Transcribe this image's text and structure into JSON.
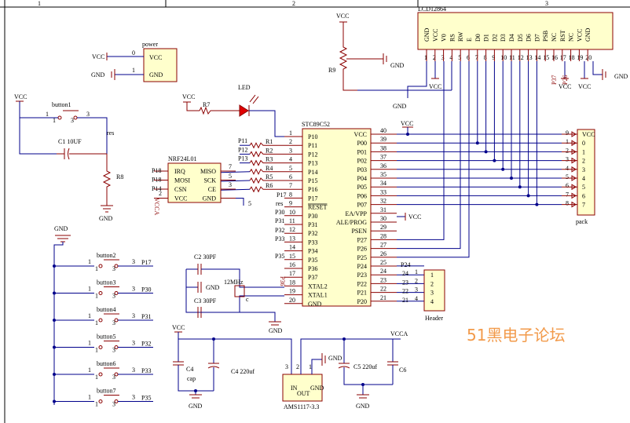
{
  "frame": {
    "zones": [
      "1",
      "2",
      "3"
    ]
  },
  "lcd": {
    "ref": "LCD12864",
    "pins": [
      "GND",
      "VCC",
      "V0",
      "RS",
      "RW",
      "E",
      "D0",
      "D1",
      "D2",
      "D3",
      "D4",
      "D5",
      "D6",
      "D7",
      "PSB",
      "NC",
      "RST",
      "NC",
      "VCC",
      "GND"
    ],
    "nums": [
      "1",
      "2",
      "3",
      "4",
      "5",
      "6",
      "7",
      "8",
      "9",
      "10",
      "11",
      "12",
      "13",
      "14",
      "15",
      "16",
      "17",
      "18",
      "19",
      "20"
    ],
    "net_vcc": "VCC",
    "net_gnd": "GND",
    "p37": "P37",
    "p26": "P26",
    "r9": "R9"
  },
  "power": {
    "ref": "power",
    "pin1": "VCC",
    "pin2": "GND",
    "n0": "0",
    "n1": "1",
    "net_vcc": "VCC",
    "net_gnd": "GND"
  },
  "reset": {
    "button": "button1",
    "n1": "1",
    "n3": "3",
    "cap": "C1 10UF",
    "res": "R8",
    "net": "res",
    "vcc": "VCC",
    "gnd": "GND"
  },
  "led": {
    "label": "LED",
    "res": "R7",
    "vcc": "VCC"
  },
  "mcu": {
    "ref": "STC89C52",
    "left": [
      "P10",
      "P11",
      "P12",
      "P13",
      "P14",
      "P15",
      "P16",
      "P17",
      "RESET",
      "P30",
      "P31",
      "P32",
      "P33",
      "P34",
      "P35",
      "P36",
      "P37",
      "XTAL2",
      "XTAL1",
      "GND"
    ],
    "left_nums": [
      "1",
      "2",
      "3",
      "4",
      "5",
      "6",
      "7",
      "8",
      "9",
      "10",
      "11",
      "12",
      "13",
      "14",
      "15",
      "16",
      "17",
      "18",
      "19",
      "20"
    ],
    "right": [
      "VCC",
      "P00",
      "P01",
      "P02",
      "P03",
      "P04",
      "P05",
      "P06",
      "P07",
      "EA/VPP",
      "ALE/PROG",
      "PSEN",
      "P27",
      "P26",
      "P25",
      "P24",
      "P23",
      "P22",
      "P21",
      "P20"
    ],
    "right_nums": [
      "40",
      "39",
      "38",
      "37",
      "36",
      "35",
      "34",
      "33",
      "32",
      "31",
      "30",
      "29",
      "28",
      "27",
      "26",
      "25",
      "24",
      "23",
      "22",
      "21"
    ]
  },
  "pull": {
    "refs": [
      "R1",
      "R2",
      "R3",
      "R4",
      "R5",
      "R6"
    ],
    "nets": [
      "P11",
      "P12",
      "P13"
    ]
  },
  "nrf": {
    "ref": "NRF24L01",
    "left": [
      "IRQ",
      "MOSI",
      "CSN",
      "VCC"
    ],
    "right": [
      "MISO",
      "SCK",
      "CE",
      "GND"
    ],
    "nets": [
      "P18",
      "P18",
      "P14"
    ],
    "n2": "2",
    "n7": "7",
    "n5": "5",
    "n3": "3",
    "n5b": "5",
    "vcca": "VCCA"
  },
  "left_nets": {
    "p17": "P17",
    "res": "res",
    "p30": "P30",
    "p31": "P31",
    "p32": "P32",
    "p33": "P33",
    "p35": "P35"
  },
  "xtal": {
    "c2": "C2 30PF",
    "c3": "C3 30PF",
    "y": "12MHz",
    "gnd": "GND",
    "gnd2": "GND",
    "p36": "P36",
    "c": "c"
  },
  "pack": {
    "ref": "pack",
    "pins": [
      "VCC",
      "0",
      "1",
      "2",
      "3",
      "4",
      "5",
      "6",
      "7"
    ],
    "nums": [
      "9",
      "1",
      "2",
      "3",
      "4",
      "5",
      "6",
      "7",
      "8"
    ]
  },
  "header": {
    "ref": "Header",
    "pins": [
      "1",
      "2",
      "3",
      "4"
    ],
    "nums": [
      "24",
      "23",
      "22",
      "21"
    ],
    "p24": "P24",
    "vcc": "VCC"
  },
  "buttons": [
    {
      "name": "button2",
      "net": "P17"
    },
    {
      "name": "button3",
      "net": "P30"
    },
    {
      "name": "button4",
      "net": "P31"
    },
    {
      "name": "button5",
      "net": "P32"
    },
    {
      "name": "button6",
      "net": "P33"
    },
    {
      "name": "button7",
      "net": "P35"
    }
  ],
  "btn_pins": {
    "a": "1",
    "b": "3"
  },
  "gnd_top": "GND",
  "reg": {
    "ref": "AMS1117-3.3",
    "pin_in": "IN",
    "pin_out": "OUT",
    "pin_gnd": "GND",
    "vcc": "VCC",
    "vcca": "VCCA",
    "c4": "C4",
    "c4b": "C4 220uf",
    "c5": "C5 220uf",
    "c6": "C6",
    "cap": "cap",
    "gnd1": "GND",
    "gnd2": "GND",
    "gnd3": "GND",
    "n3": "3",
    "n2": "2",
    "n1": "1"
  },
  "watermark": "51黑电子论坛",
  "colors": {
    "wire": "#00008b",
    "comp": "#8b0000",
    "body": "#ffffcc",
    "watermark": "#f29a4a"
  }
}
